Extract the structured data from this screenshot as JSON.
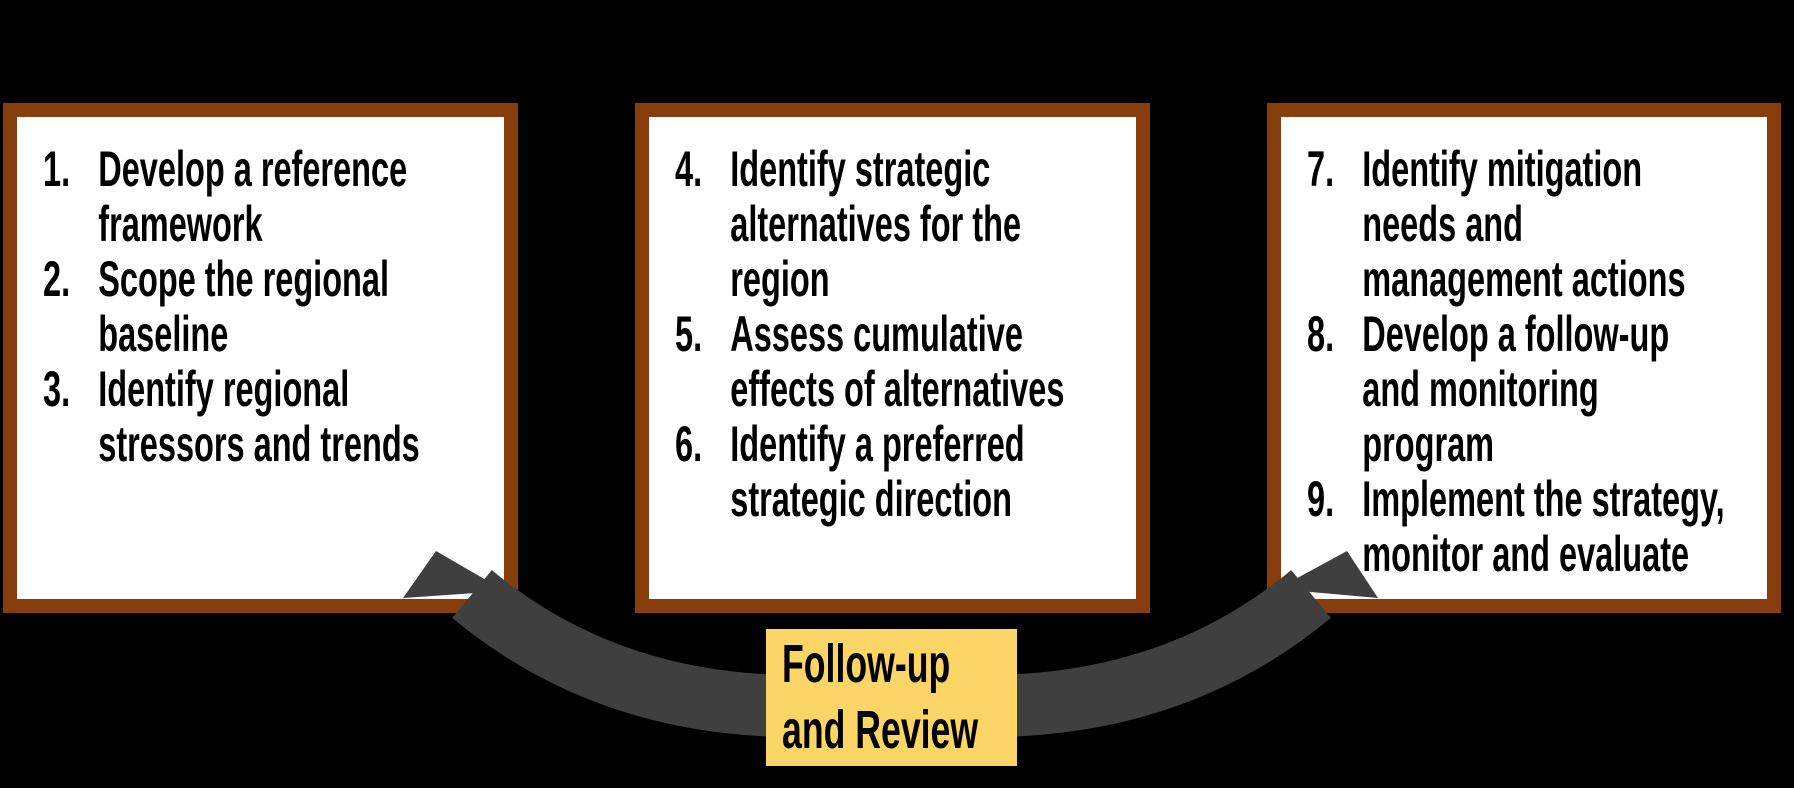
{
  "panels": [
    {
      "name": "scoping-and-baseline",
      "items": [
        {
          "num": "1.",
          "text": "Develop a reference\nframework"
        },
        {
          "num": "2.",
          "text": "Scope the regional\nbaseline"
        },
        {
          "num": "3.",
          "text": "Identify regional\nstressors and trends"
        }
      ]
    },
    {
      "name": "strategic-alternatives",
      "items": [
        {
          "num": "4.",
          "text": "Identify strategic\nalternatives for the\nregion"
        },
        {
          "num": "5.",
          "text": "Assess cumulative\neffects of alternatives"
        },
        {
          "num": "6.",
          "text": "Identify a preferred\nstrategic direction"
        }
      ]
    },
    {
      "name": "implementation-and-monitoring",
      "items": [
        {
          "num": "7.",
          "text": "Identify mitigation\nneeds and\nmanagement actions"
        },
        {
          "num": "8.",
          "text": "Develop a follow-up\nand monitoring\nprogram"
        },
        {
          "num": "9.",
          "text": "Implement the strategy,\nmonitor and evaluate"
        }
      ]
    }
  ],
  "follow_up_label": {
    "line1": "Follow-up",
    "line2": "and Review"
  },
  "colors": {
    "background": "#000000",
    "panel_fill": "#ffffff",
    "panel_border": "#873d0c",
    "arrow": "#3f3f3f",
    "label_fill": "#fbd666",
    "text": "#000000"
  }
}
